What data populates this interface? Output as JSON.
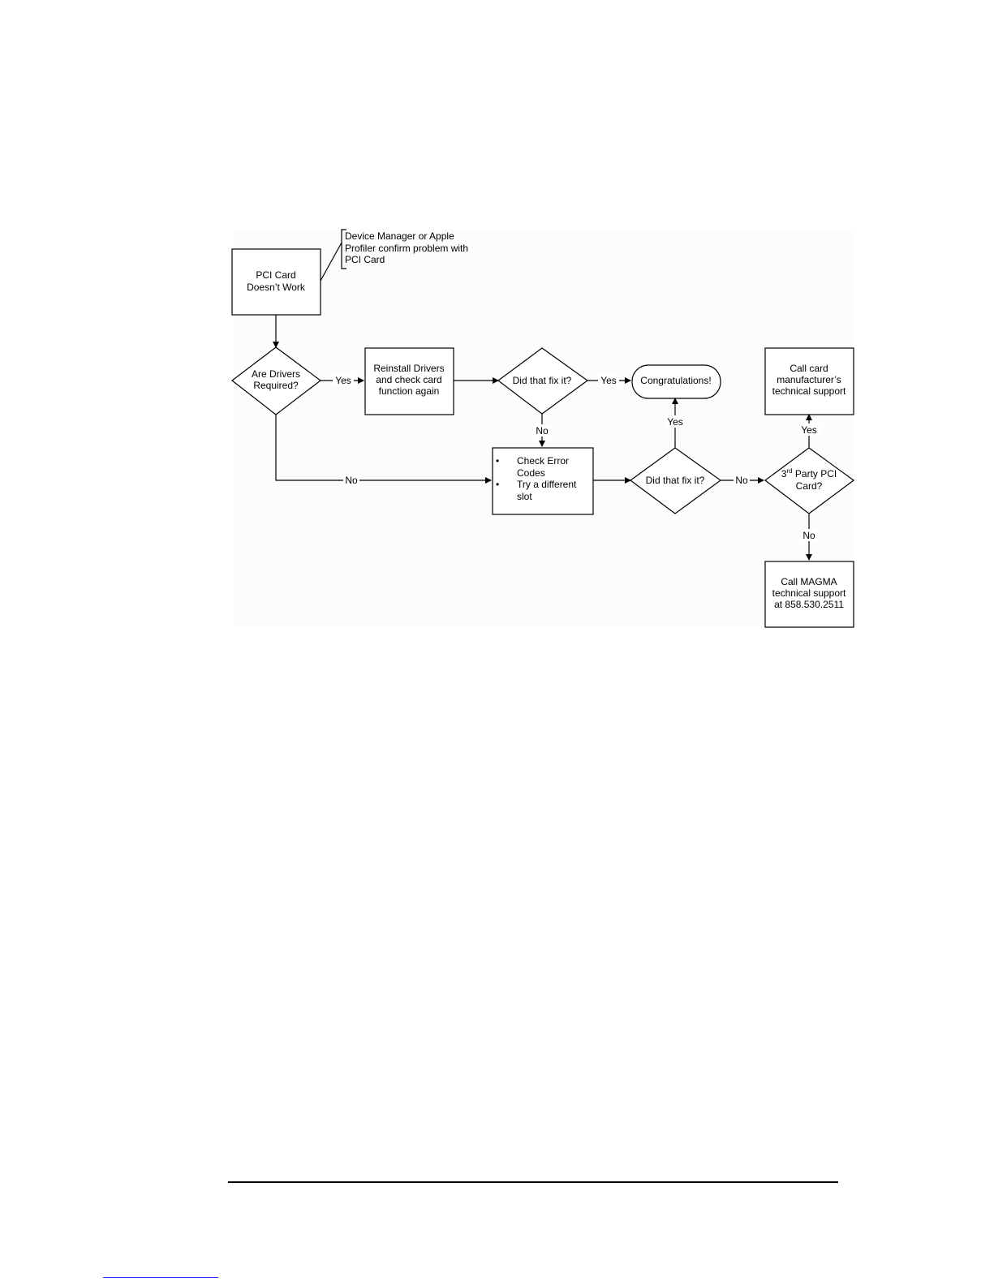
{
  "nodes": {
    "start": [
      "PCI Card",
      "Doesn’t Work"
    ],
    "annotation": [
      "Device Manager or Apple",
      "Profiler confirm problem with",
      "PCI Card"
    ],
    "drivers_q": [
      "Are Drivers",
      "Required?"
    ],
    "reinstall": [
      "Reinstall Drivers",
      "and check card",
      "function again"
    ],
    "fix1": [
      "Did that fix it?"
    ],
    "congrats": [
      "Congratulations!"
    ],
    "check_errors": [
      "Check Error",
      "Codes",
      "Try a different",
      "slot"
    ],
    "fix2": [
      "Did that fix it?"
    ],
    "third_party_q": {
      "prefix": "3",
      "sup": "rd",
      "rest": " Party PCI",
      "line2": "Card?"
    },
    "call_mfr": [
      "Call card",
      "manufacturer’s",
      "technical support"
    ],
    "call_magma": [
      "Call MAGMA",
      "technical support",
      "at 858.530.2511"
    ]
  },
  "edge_labels": {
    "drivers_yes": "Yes",
    "drivers_no": "No",
    "fix1_yes": "Yes",
    "fix1_no": "No",
    "fix2_yes": "Yes",
    "fix2_no": "No",
    "third_yes": "Yes",
    "third_no": "No"
  },
  "bullet": "•"
}
